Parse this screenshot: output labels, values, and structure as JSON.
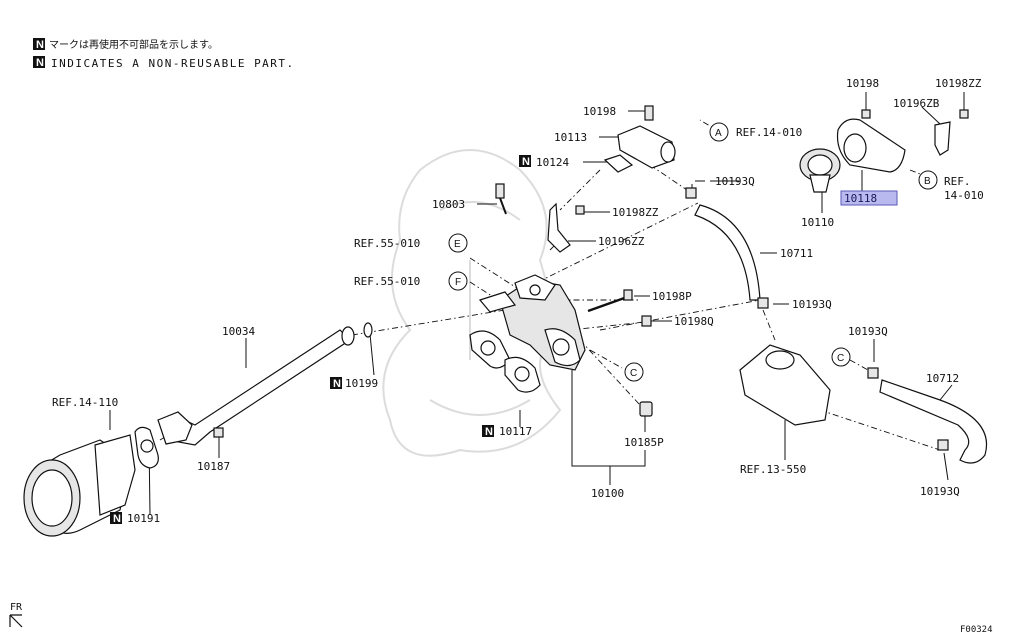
{
  "notes": {
    "jp": "マークは再使用不可部品を示します。",
    "en": "INDICATES A NON-REUSABLE PART.",
    "n_symbol": "N"
  },
  "labels": {
    "p10198_a": "10198",
    "p10113": "10113",
    "p10124": "10124",
    "p10803": "10803",
    "p10198zz_a": "10198ZZ",
    "p10196zz": "10196ZZ",
    "ref55_e": "REF.55-010",
    "ref55_f": "REF.55-010",
    "p10198p": "10198P",
    "p10198q": "10198Q",
    "p10034": "10034",
    "p10199": "10199",
    "ref14_110": "REF.14-110",
    "p10187": "10187",
    "p10191": "10191",
    "p10117": "10117",
    "p10185p": "10185P",
    "p10100": "10100",
    "ref14_010_a": "REF.14-010",
    "p10193q_a": "10193Q",
    "p10198_b": "10198",
    "p10198zz_b": "10198ZZ",
    "p10196zb": "10196ZB",
    "p10118": "10118",
    "ref14_010_b1": "REF.",
    "ref14_010_b2": "14-010",
    "p10110": "10110",
    "p10711": "10711",
    "p10193q_b": "10193Q",
    "p10193q_c": "10193Q",
    "p10712": "10712",
    "ref13_550": "REF.13-550",
    "p10193q_d": "10193Q",
    "fr": "FR",
    "fig_code": "F00324"
  },
  "callouts": {
    "a": "A",
    "b": "B",
    "c1": "C",
    "c2": "C",
    "e": "E",
    "f": "F"
  },
  "colors": {
    "highlight_fill": "#b9b9f0",
    "highlight_stroke": "#5a5ab8",
    "line": "#111111",
    "watermark": "#dcdcdc"
  }
}
